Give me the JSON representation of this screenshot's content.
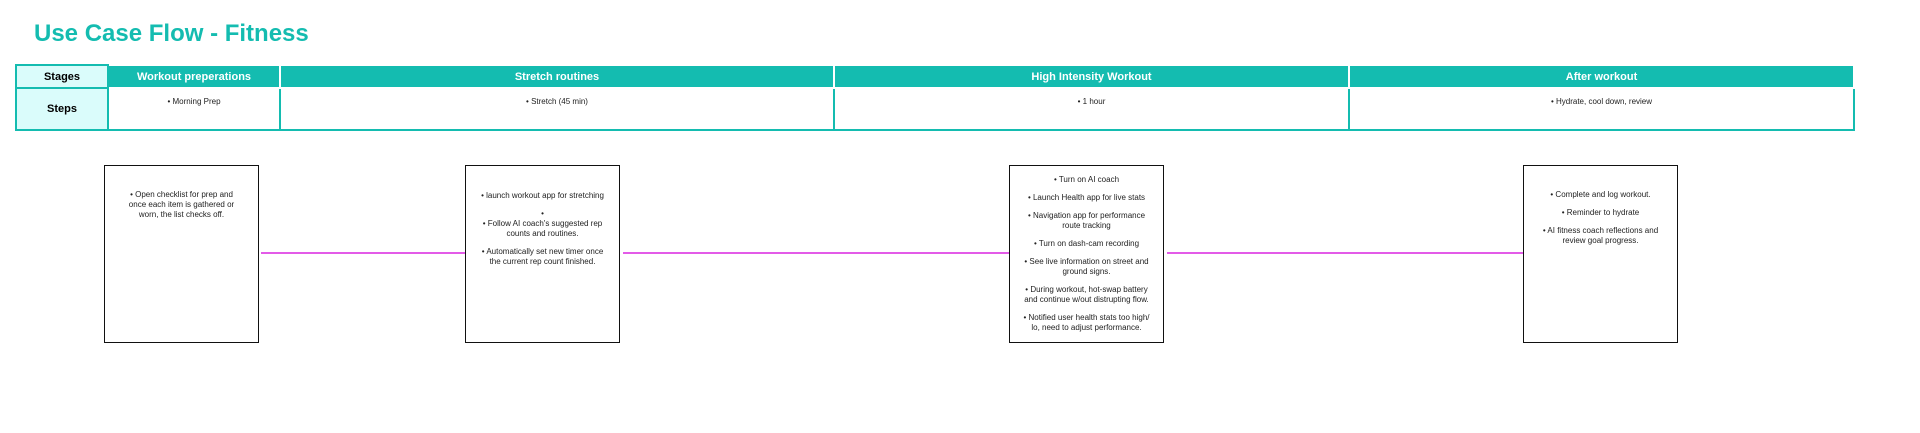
{
  "title": "Use Case Flow - Fitness",
  "table": {
    "row_labels": {
      "stages": "Stages",
      "steps": "Steps"
    },
    "stages": [
      {
        "name": "Workout preperations",
        "step": "Morning Prep"
      },
      {
        "name": "Stretch routines",
        "step": "Stretch (45 min)"
      },
      {
        "name": "High Intensity Workout",
        "step": "1 hour"
      },
      {
        "name": "After workout",
        "step": "Hydrate, cool down, review"
      }
    ]
  },
  "connector_color": "#e35be8",
  "accent_color": "#14bcb0",
  "boxes": [
    {
      "items": [
        "Open checklist for prep and once each item is gathered or worn, the list checks off."
      ]
    },
    {
      "items": [
        "launch workout app for stretching",
        "",
        "Follow AI coach's suggested rep counts and routines.",
        "Automatically set new timer once the current rep count finished."
      ]
    },
    {
      "items": [
        "Turn on AI coach",
        "Launch Health app for live stats",
        "Navigation app for performance route tracking",
        "Turn on dash-cam recording",
        "See live information on street and ground signs.",
        "During workout, hot-swap battery and continue w/out distrupting flow.",
        "Notified user health stats too high/ lo, need to adjust performance."
      ]
    },
    {
      "items": [
        "Complete and log workout.",
        "Reminder to hydrate",
        "AI fitness coach reflections and review goal progress."
      ]
    }
  ]
}
